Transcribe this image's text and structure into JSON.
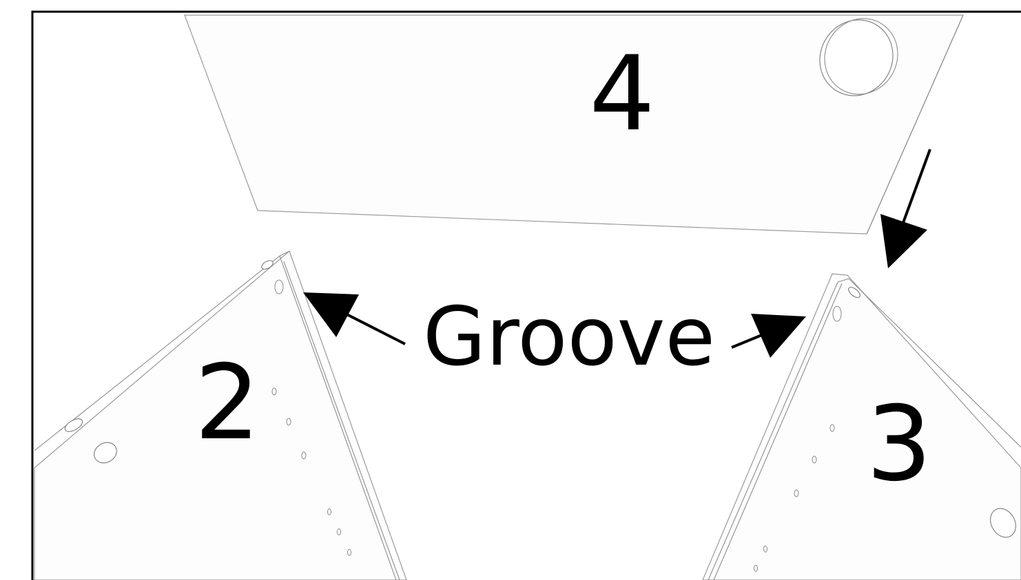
{
  "diagram": {
    "labels": {
      "panel_top": "4",
      "panel_left": "2",
      "panel_right": "3",
      "groove": "Groove"
    },
    "colors": {
      "frame": "#000000",
      "panel_fill": "#fdfdfd",
      "panel_stroke": "#9a9a9a",
      "arrow": "#000000",
      "text": "#000000"
    }
  }
}
